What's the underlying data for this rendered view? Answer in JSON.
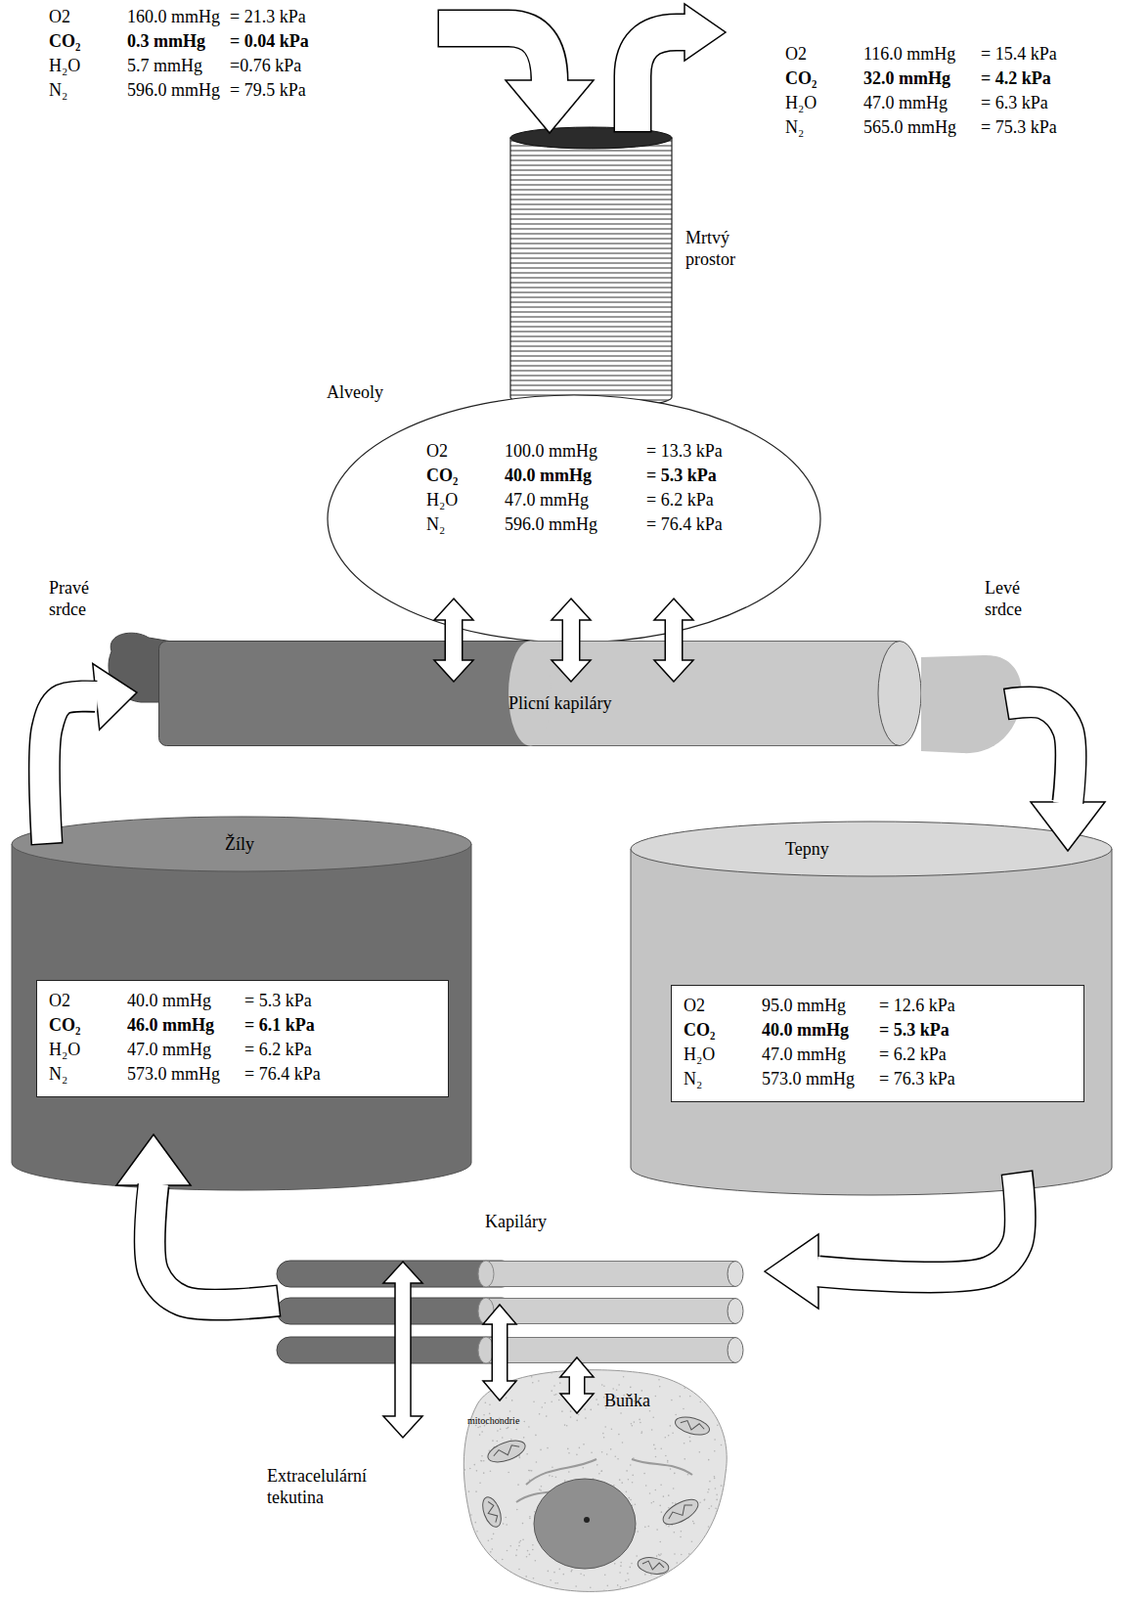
{
  "diagram": {
    "nodes": [
      {
        "text": [
          "Mrtvý prostor"
        ]
      },
      {
        "text": [
          "Alveoly",
          "O2",
          "100.0 mmHg",
          "= 13.3 kPa",
          "CO₂",
          "40.0 mmHg",
          "= 5.3 kPa",
          "H₂O",
          "47.0 mmHg",
          "= 6.2 kPa",
          "N₂",
          "596.0 mmHg",
          "= 76.4 kPa"
        ]
      },
      {
        "text": [
          "Pravé srdce"
        ]
      },
      {
        "text": [
          "Plicní kapiláry"
        ]
      },
      {
        "text": [
          "Levé srdce"
        ]
      },
      {
        "text": [
          "Žíly"
        ]
      },
      {
        "text": [
          "O2",
          "40.0 mmHg",
          "= 5.3 kPa",
          "CO₂",
          "46.0 mmHg",
          "= 6.1 kPa",
          "H₂O",
          "47.0 mmHg",
          "= 6.2 kPa",
          "N₂",
          "573.0 mmHg",
          "= 76.4 kPa"
        ],
        "in": 5
      },
      {
        "text": [
          "Tepny"
        ]
      },
      {
        "text": [
          "O2",
          "95.0 mmHg",
          "= 12.6 kPa",
          "CO₂",
          "40.0 mmHg",
          "= 5.3 kPa",
          "H₂O",
          "47.0 mmHg",
          "= 6.2 kPa",
          "N₂",
          "573.0 mmHg",
          "= 76.3 kPa"
        ],
        "in": 7
      },
      {
        "text": [
          "Kapiláry"
        ]
      },
      {
        "text": [
          "Buňka"
        ]
      }
    ],
    "edges": [
      {
        "from": 1,
        "to": 3,
        "arrow": "both"
      },
      {
        "from": 1,
        "to": 3,
        "arrow": "both"
      },
      {
        "from": 1,
        "to": 3,
        "arrow": "both"
      },
      {
        "from": 4,
        "to": 7,
        "arrow": "to"
      },
      {
        "from": 7,
        "to": 9,
        "arrow": "to"
      },
      {
        "from": 9,
        "to": 5,
        "arrow": "to"
      },
      {
        "from": 5,
        "to": 2,
        "arrow": "to"
      },
      {
        "from": 9,
        "to": 10,
        "arrow": "both"
      },
      {
        "from": 9,
        "to": 10,
        "arrow": "both"
      }
    ],
    "labels": [
      "O2",
      "160.0 mmHg",
      "= 21.3 kPa",
      "CO₂",
      "0.3 mmHg",
      "= 0.04 kPa",
      "H₂O",
      "5.7 mmHg",
      "=0.76 kPa",
      "N₂",
      "596.0 mmHg",
      "= 79.5 kPa",
      "O2",
      "116.0 mmHg",
      "= 15.4 kPa",
      "CO₂",
      "32.0 mmHg",
      "= 4.2 kPa",
      "H₂O",
      "47.0 mmHg",
      "= 6.3 kPa",
      "N₂",
      "565.0 mmHg",
      "= 75.3 kPa",
      "mitochondrie",
      "Extracelulární tekutina"
    ]
  }
}
